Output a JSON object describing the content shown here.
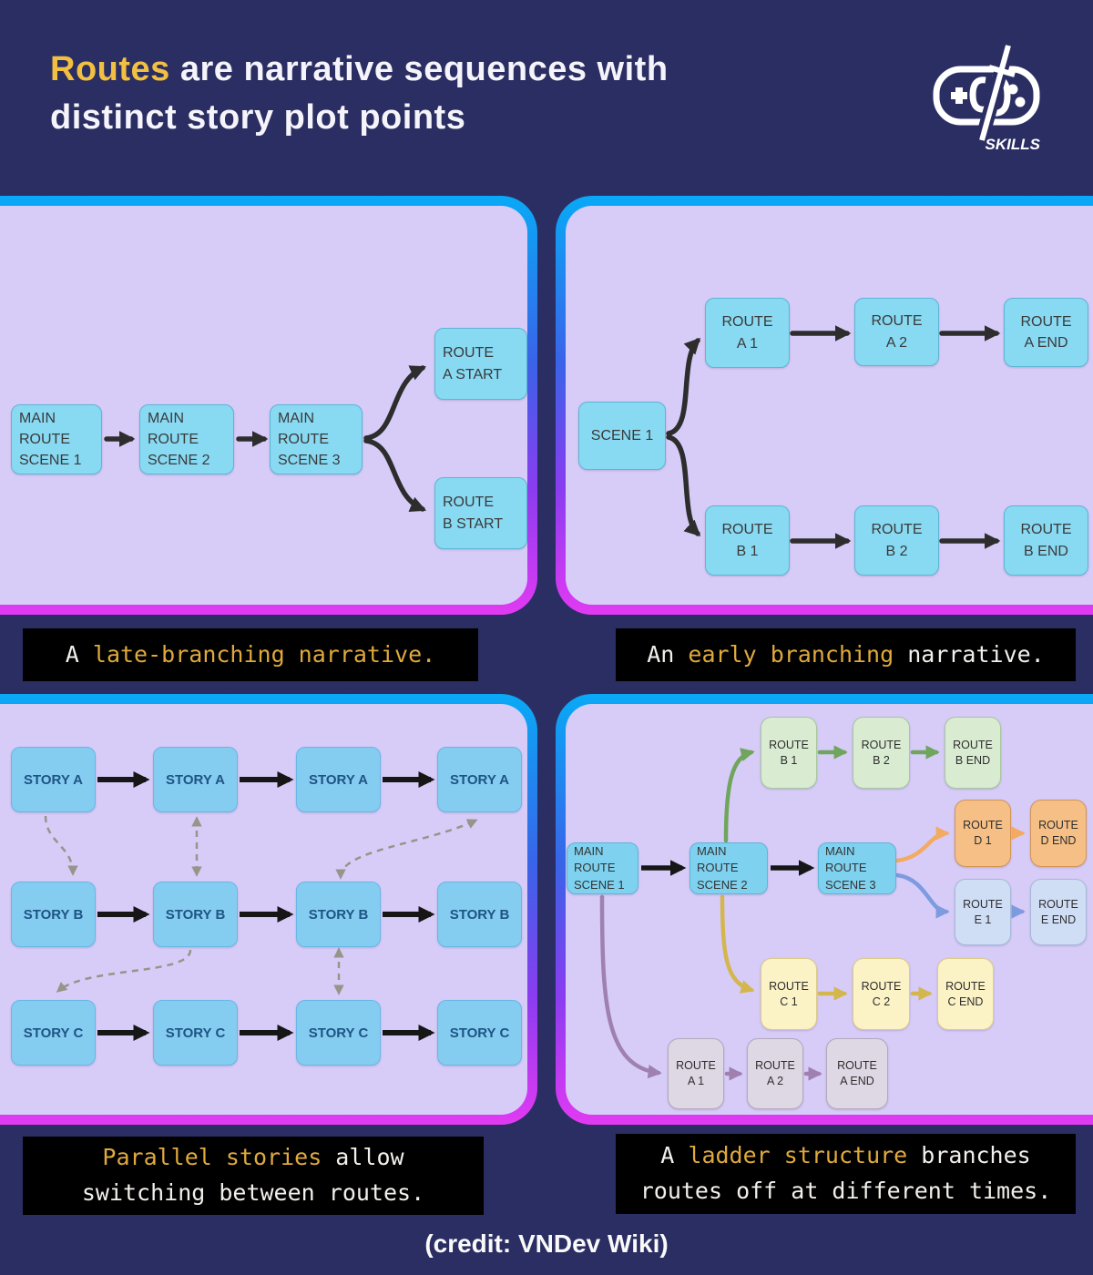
{
  "header": {
    "title_highlight": "Routes",
    "title_line1_rest": " are narrative sequences with",
    "title_line2": "distinct story plot points",
    "logo_text": "SKILLS"
  },
  "colors": {
    "background": "#2b2e63",
    "title_text": "#f5f4fa",
    "title_highlight": "#f1bf41",
    "logo": "#ffffff",
    "panel_bg": "#d7ccf8",
    "panel_border_top": "#09a9f6",
    "panel_border_bottom": "#e13af2",
    "caption_bg": "#000000",
    "caption_text": "#f2f0ec",
    "caption_highlight": "#dfa93c",
    "node_blue": "#88d9f2",
    "node_story": "#85ccf1",
    "node_green": "#d9ecd2",
    "node_orange": "#f6bf86",
    "node_periwinkle": "#cfddf5",
    "node_yellow": "#fbf2c6",
    "node_gray": "#ded7e4",
    "arrow_dark": "#2d2d2d",
    "arrow_black": "#161616",
    "arrow_dashed": "#97948a",
    "arrow_green": "#6fa55c",
    "arrow_orange": "#f3aa63",
    "arrow_periwinkle": "#7e9be0",
    "arrow_yellow": "#d4b64e",
    "arrow_purple": "#9f81b0"
  },
  "panel_late": {
    "nodes": [
      "MAIN\nROUTE\nSCENE 1",
      "MAIN\nROUTE\nSCENE 2",
      "MAIN\nROUTE\nSCENE 3",
      "ROUTE\nA START",
      "ROUTE\nB START"
    ]
  },
  "panel_early": {
    "nodes": [
      "SCENE 1",
      "ROUTE\nA 1",
      "ROUTE\nA 2",
      "ROUTE\nA END",
      "ROUTE\nB 1",
      "ROUTE\nB 2",
      "ROUTE\nB END"
    ]
  },
  "panel_parallel": {
    "rows": [
      [
        "STORY A",
        "STORY A",
        "STORY A",
        "STORY A"
      ],
      [
        "STORY B",
        "STORY B",
        "STORY B",
        "STORY B"
      ],
      [
        "STORY C",
        "STORY C",
        "STORY C",
        "STORY C"
      ]
    ]
  },
  "panel_ladder": {
    "main": [
      "MAIN\nROUTE\nSCENE 1",
      "MAIN\nROUTE\nSCENE 2",
      "MAIN\nROUTE\nSCENE 3"
    ],
    "route_b": [
      "ROUTE\nB 1",
      "ROUTE\nB 2",
      "ROUTE\nB END"
    ],
    "route_d": [
      "ROUTE\nD 1",
      "ROUTE\nD END"
    ],
    "route_e": [
      "ROUTE\nE 1",
      "ROUTE\nE END"
    ],
    "route_c": [
      "ROUTE\nC 1",
      "ROUTE\nC 2",
      "ROUTE\nC END"
    ],
    "route_a": [
      "ROUTE\nA 1",
      "ROUTE\nA 2",
      "ROUTE\nA END"
    ]
  },
  "captions": [
    {
      "lines": [
        [
          {
            "text": "A ",
            "style": "plain"
          },
          {
            "text": "late-branching narrative.",
            "style": "highlight"
          }
        ]
      ]
    },
    {
      "lines": [
        [
          {
            "text": "An ",
            "style": "plain"
          },
          {
            "text": "early branching",
            "style": "highlight"
          },
          {
            "text": " narrative.",
            "style": "plain"
          }
        ]
      ]
    },
    {
      "lines": [
        [
          {
            "text": "Parallel stories",
            "style": "highlight"
          },
          {
            "text": " allow",
            "style": "plain"
          }
        ],
        [
          {
            "text": "switching between routes.",
            "style": "plain"
          }
        ]
      ]
    },
    {
      "lines": [
        [
          {
            "text": "A ",
            "style": "plain"
          },
          {
            "text": "ladder structure",
            "style": "highlight"
          },
          {
            "text": " branches",
            "style": "plain"
          }
        ],
        [
          {
            "text": "routes off at different times.",
            "style": "plain"
          }
        ]
      ]
    }
  ],
  "footer": {
    "credit": "(credit: VNDev Wiki)"
  }
}
